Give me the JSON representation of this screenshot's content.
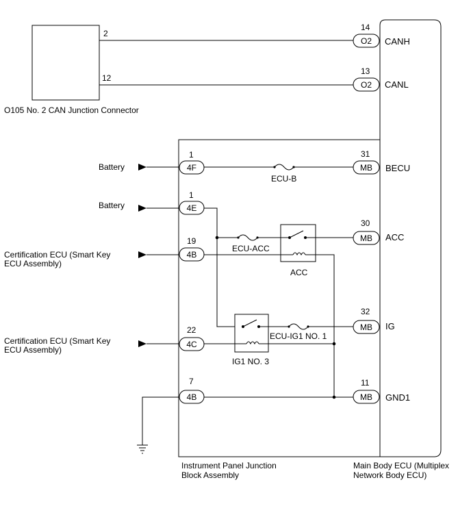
{
  "components": {
    "can_connector": "O105 No. 2 CAN Junction Connector",
    "junction_block_line1": "Instrument Panel Junction",
    "junction_block_line2": "Block Assembly",
    "main_ecu_line1": "Main Body ECU (Multiplex",
    "main_ecu_line2": "Network Body ECU)"
  },
  "can": {
    "pin_canh_left": "2",
    "pin_canl_left": "12",
    "pin_canh_right": "14",
    "pin_canl_right": "13",
    "conn_canh": "O2",
    "conn_canl": "O2",
    "sig_canh": "CANH",
    "sig_canl": "CANL"
  },
  "inputs": {
    "battery1": "Battery",
    "battery2": "Battery",
    "cert1_line1": "Certification ECU (Smart Key",
    "cert1_line2": "ECU Assembly)",
    "cert2_line1": "Certification ECU (Smart Key",
    "cert2_line2": "ECU Assembly)"
  },
  "left_pins": [
    {
      "num": "1",
      "conn": "4F"
    },
    {
      "num": "1",
      "conn": "4E"
    },
    {
      "num": "19",
      "conn": "4B"
    },
    {
      "num": "22",
      "conn": "4C"
    },
    {
      "num": "7",
      "conn": "4B"
    }
  ],
  "right_pins": [
    {
      "num": "31",
      "conn": "MB",
      "signal": "BECU"
    },
    {
      "num": "30",
      "conn": "MB",
      "signal": "ACC"
    },
    {
      "num": "32",
      "conn": "MB",
      "signal": "IG"
    },
    {
      "num": "11",
      "conn": "MB",
      "signal": "GND1"
    }
  ],
  "fuses": {
    "ecu_b": "ECU-B",
    "ecu_acc": "ECU-ACC",
    "ecu_ig1": "ECU-IG1 NO. 1"
  },
  "relays": {
    "acc": "ACC",
    "ig1": "IG1 NO. 3"
  }
}
